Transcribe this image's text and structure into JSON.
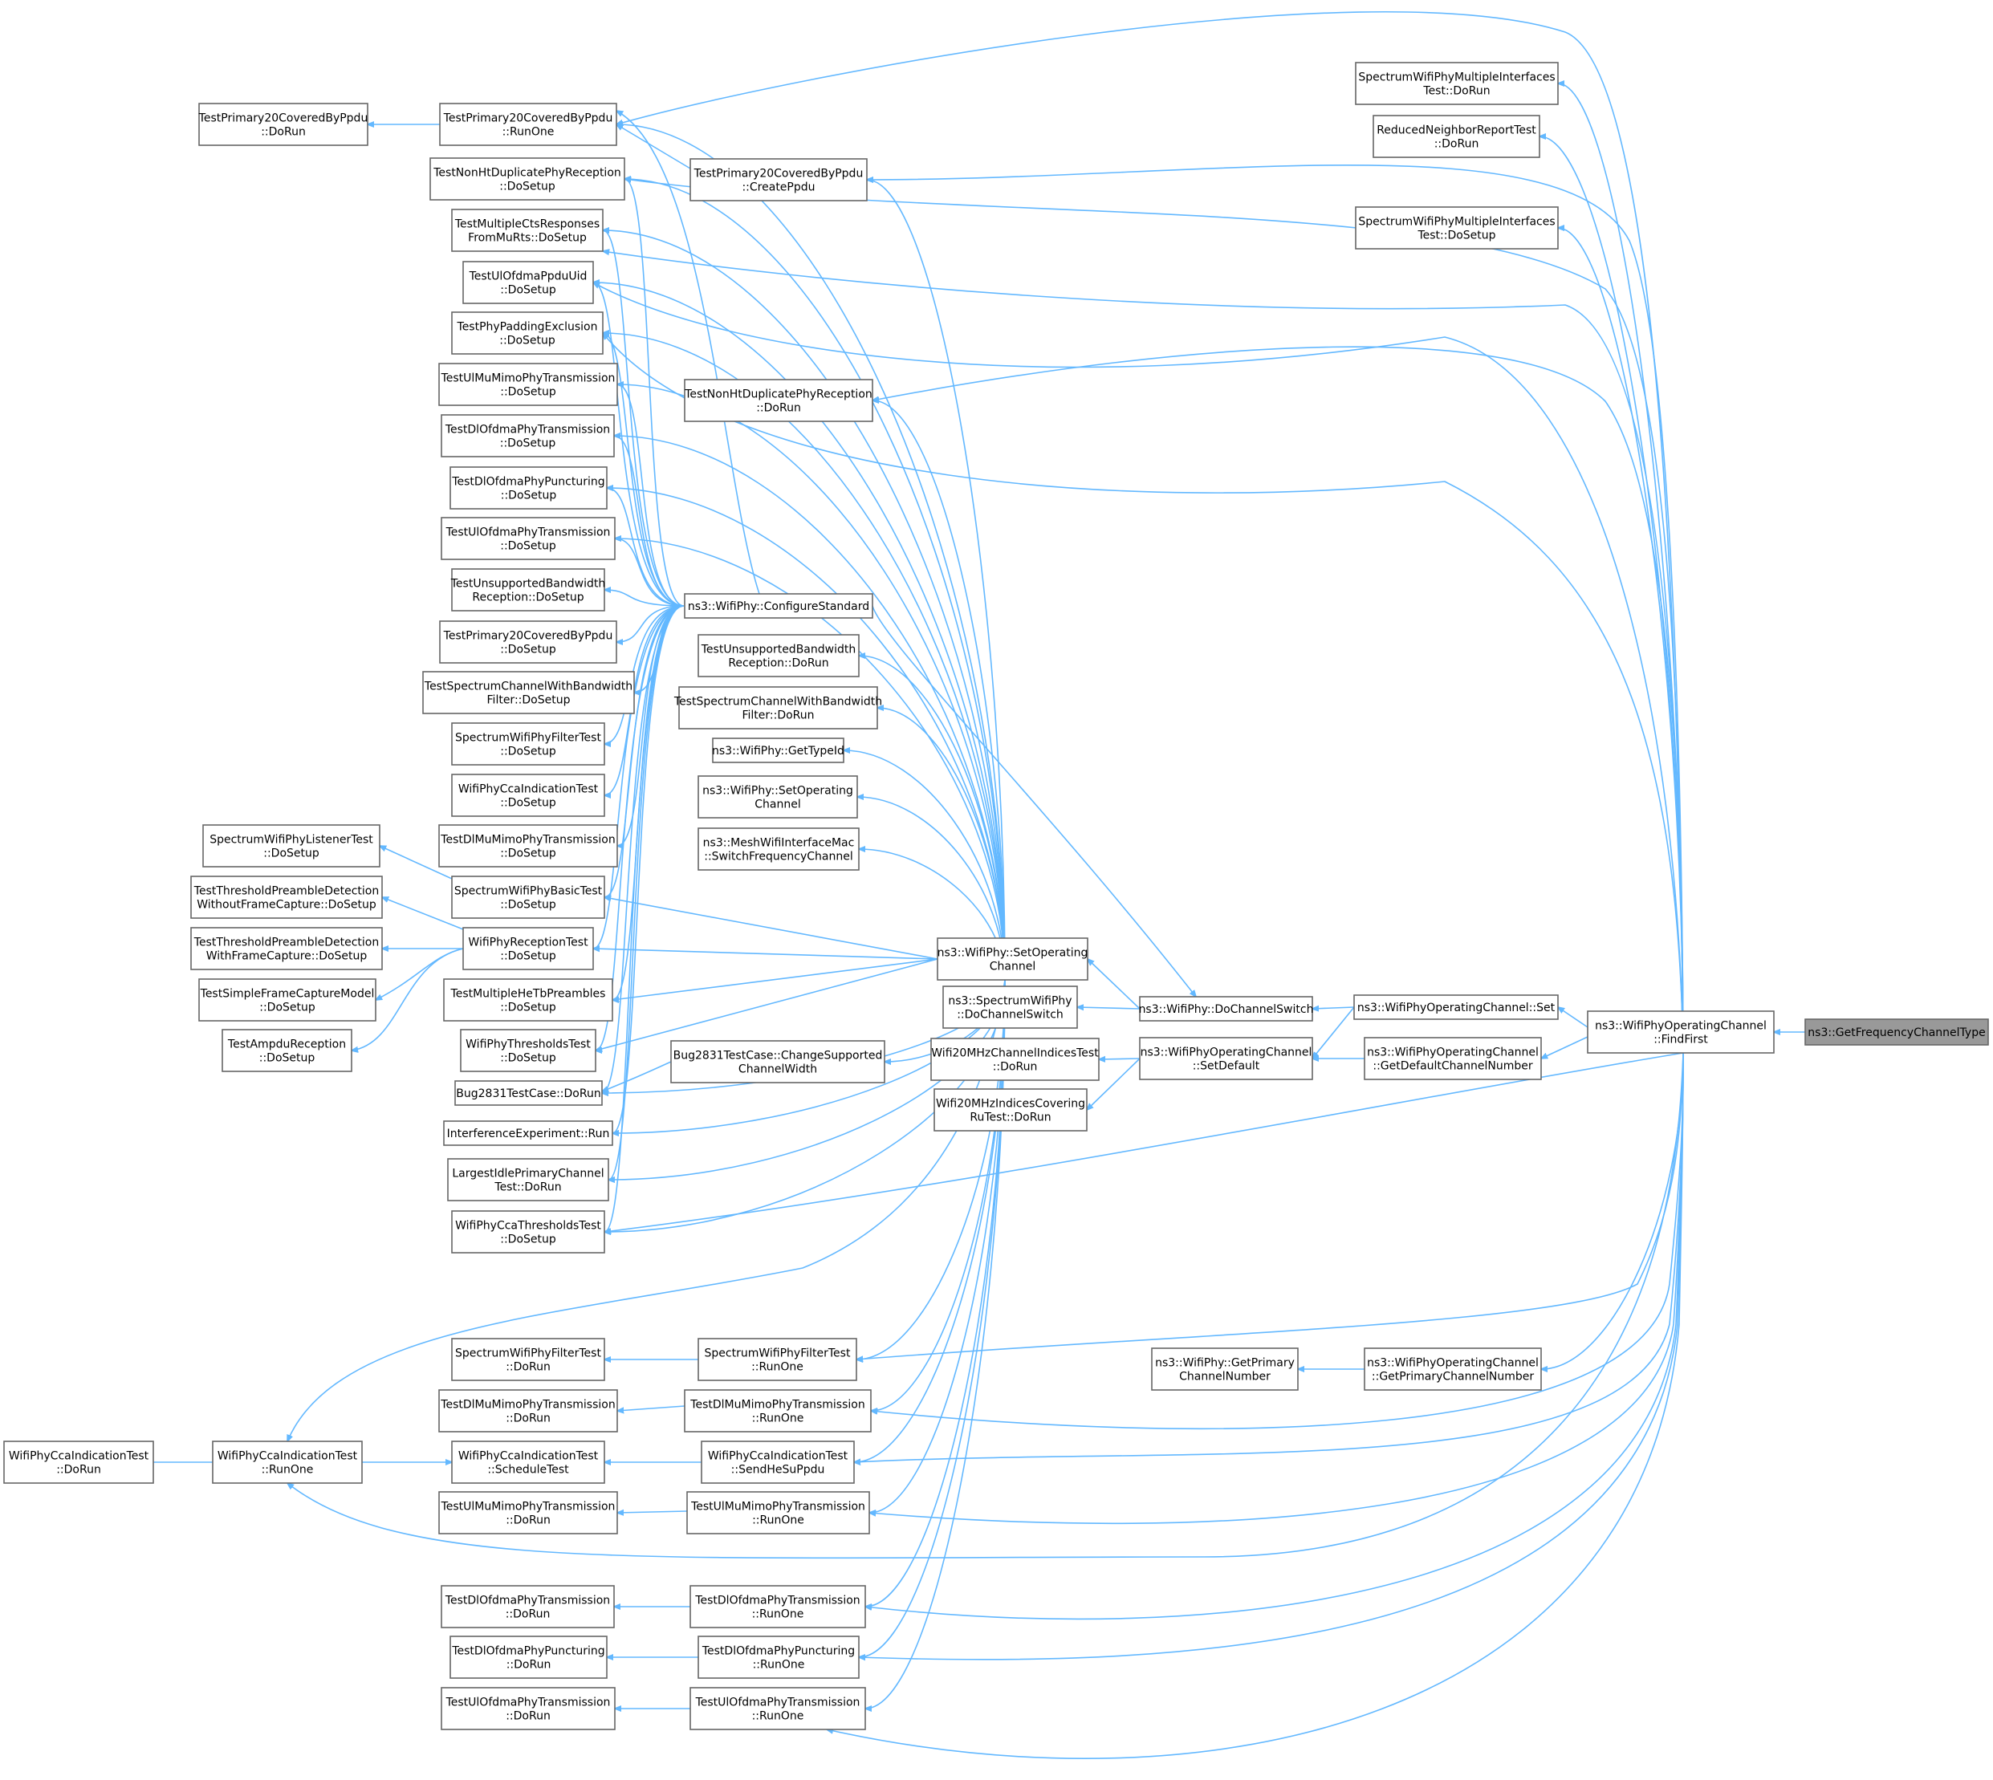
{
  "diagram": {
    "colors": {
      "edge": "#63b8ff",
      "node_border": "#666666",
      "focus_fill": "#999999"
    },
    "nodes": [
      {
        "id": "target",
        "label": [
          "ns3::GetFrequencyChannelType"
        ],
        "focus": true
      },
      {
        "id": "findfirst",
        "label": [
          "ns3::WifiPhyOperatingChannel",
          "::FindFirst"
        ]
      },
      {
        "id": "set",
        "label": [
          "ns3::WifiPhyOperatingChannel::Set"
        ]
      },
      {
        "id": "getdefault",
        "label": [
          "ns3::WifiPhyOperatingChannel",
          "::GetDefaultChannelNumber"
        ]
      },
      {
        "id": "getprimaryoc",
        "label": [
          "ns3::WifiPhyOperatingChannel",
          "::GetPrimaryChannelNumber"
        ]
      },
      {
        "id": "getprimary",
        "label": [
          "ns3::WifiPhy::GetPrimary",
          "ChannelNumber"
        ]
      },
      {
        "id": "setdefault",
        "label": [
          "ns3::WifiPhyOperatingChannel",
          "::SetDefault"
        ]
      },
      {
        "id": "dochannelswitch",
        "label": [
          "ns3::WifiPhy::DoChannelSwitch"
        ]
      },
      {
        "id": "specdochannelswitch",
        "label": [
          "ns3::SpectrumWifiPhy",
          "::DoChannelSwitch"
        ]
      },
      {
        "id": "wifi20chidx",
        "label": [
          "Wifi20MHzChannelIndicesTest",
          "::DoRun"
        ]
      },
      {
        "id": "wifi20covering",
        "label": [
          "Wifi20MHzIndicesCovering",
          "RuTest::DoRun"
        ]
      },
      {
        "id": "setoperating",
        "label": [
          "ns3::WifiPhy::SetOperating",
          "Channel"
        ]
      },
      {
        "id": "configurestandard",
        "label": [
          "ns3::WifiPhy::ConfigureStandard"
        ]
      },
      {
        "id": "specmultiif_dorun",
        "label": [
          "SpectrumWifiPhyMultipleInterfaces",
          "Test::DoRun"
        ]
      },
      {
        "id": "reducedneighbor",
        "label": [
          "ReducedNeighborReportTest",
          "::DoRun"
        ]
      },
      {
        "id": "specmultiif_dosetup",
        "label": [
          "SpectrumWifiPhyMultipleInterfaces",
          "Test::DoSetup"
        ]
      },
      {
        "id": "p20_createppdu",
        "label": [
          "TestPrimary20CoveredByPpdu",
          "::CreatePpdu"
        ]
      },
      {
        "id": "p20_runone",
        "label": [
          "TestPrimary20CoveredByPpdu",
          "::RunOne"
        ]
      },
      {
        "id": "p20_dorun",
        "label": [
          "TestPrimary20CoveredByPpdu",
          "::DoRun"
        ]
      },
      {
        "id": "nonht_dorun",
        "label": [
          "TestNonHtDuplicatePhyReception",
          "::DoRun"
        ]
      },
      {
        "id": "nonht_dosetup",
        "label": [
          "TestNonHtDuplicatePhyReception",
          "::DoSetup"
        ]
      },
      {
        "id": "multicts",
        "label": [
          "TestMultipleCtsResponses",
          "FromMuRts::DoSetup"
        ]
      },
      {
        "id": "ulofdmappduuid",
        "label": [
          "TestUlOfdmaPpduUid",
          "::DoSetup"
        ]
      },
      {
        "id": "phypadding",
        "label": [
          "TestPhyPaddingExclusion",
          "::DoSetup"
        ]
      },
      {
        "id": "ulmumimo_dosetup",
        "label": [
          "TestUlMuMimoPhyTransmission",
          "::DoSetup"
        ]
      },
      {
        "id": "dlofdma_dosetup",
        "label": [
          "TestDlOfdmaPhyTransmission",
          "::DoSetup"
        ]
      },
      {
        "id": "dlpunct_dosetup",
        "label": [
          "TestDlOfdmaPhyPuncturing",
          "::DoSetup"
        ]
      },
      {
        "id": "ulofdma_dosetup",
        "label": [
          "TestUlOfdmaPhyTransmission",
          "::DoSetup"
        ]
      },
      {
        "id": "unsupbw_dosetup",
        "label": [
          "TestUnsupportedBandwidth",
          "Reception::DoSetup"
        ]
      },
      {
        "id": "p20_dosetup",
        "label": [
          "TestPrimary20CoveredByPpdu",
          "::DoSetup"
        ]
      },
      {
        "id": "specchbw_dosetup",
        "label": [
          "TestSpectrumChannelWithBandwidth",
          "Filter::DoSetup"
        ]
      },
      {
        "id": "specfilter_dosetup",
        "label": [
          "SpectrumWifiPhyFilterTest",
          "::DoSetup"
        ]
      },
      {
        "id": "ccaind_dosetup",
        "label": [
          "WifiPhyCcaIndicationTest",
          "::DoSetup"
        ]
      },
      {
        "id": "dlmumimo_dosetup",
        "label": [
          "TestDlMuMimoPhyTransmission",
          "::DoSetup"
        ]
      },
      {
        "id": "speclistener",
        "label": [
          "SpectrumWifiPhyListenerTest",
          "::DoSetup"
        ]
      },
      {
        "id": "specbasic",
        "label": [
          "SpectrumWifiPhyBasicTest",
          "::DoSetup"
        ]
      },
      {
        "id": "thresh_wo",
        "label": [
          "TestThresholdPreambleDetection",
          "WithoutFrameCapture::DoSetup"
        ]
      },
      {
        "id": "thresh_with",
        "label": [
          "TestThresholdPreambleDetection",
          "WithFrameCapture::DoSetup"
        ]
      },
      {
        "id": "simplecapture",
        "label": [
          "TestSimpleFrameCaptureModel",
          "::DoSetup"
        ]
      },
      {
        "id": "ampdu",
        "label": [
          "TestAmpduReception",
          "::DoSetup"
        ]
      },
      {
        "id": "reception",
        "label": [
          "WifiPhyReceptionTest",
          "::DoSetup"
        ]
      },
      {
        "id": "multihetb",
        "label": [
          "TestMultipleHeTbPreambles",
          "::DoSetup"
        ]
      },
      {
        "id": "thresholds",
        "label": [
          "WifiPhyThresholdsTest",
          "::DoSetup"
        ]
      },
      {
        "id": "bug_dorun",
        "label": [
          "Bug2831TestCase::DoRun"
        ]
      },
      {
        "id": "interference",
        "label": [
          "InterferenceExperiment::Run"
        ]
      },
      {
        "id": "largestidle",
        "label": [
          "LargestIdlePrimaryChannel",
          "Test::DoRun"
        ]
      },
      {
        "id": "ccathresh",
        "label": [
          "WifiPhyCcaThresholdsTest",
          "::DoSetup"
        ]
      },
      {
        "id": "unsupbw_dorun",
        "label": [
          "TestUnsupportedBandwidth",
          "Reception::DoRun"
        ]
      },
      {
        "id": "specchbw_dorun",
        "label": [
          "TestSpectrumChannelWithBandwidth",
          "Filter::DoRun"
        ]
      },
      {
        "id": "gettypeid",
        "label": [
          "ns3::WifiPhy::GetTypeId"
        ]
      },
      {
        "id": "wifiphy_setop",
        "label": [
          "ns3::WifiPhy::SetOperating",
          "Channel"
        ]
      },
      {
        "id": "meshswitch",
        "label": [
          "ns3::MeshWifiInterfaceMac",
          "::SwitchFrequencyChannel"
        ]
      },
      {
        "id": "bug_change",
        "label": [
          "Bug2831TestCase::ChangeSupported",
          "ChannelWidth"
        ]
      },
      {
        "id": "specfilter_dorun",
        "label": [
          "SpectrumWifiPhyFilterTest",
          "::DoRun"
        ]
      },
      {
        "id": "specfilter_runone",
        "label": [
          "SpectrumWifiPhyFilterTest",
          "::RunOne"
        ]
      },
      {
        "id": "dlmumimo_dorun",
        "label": [
          "TestDlMuMimoPhyTransmission",
          "::DoRun"
        ]
      },
      {
        "id": "dlmumimo_runone",
        "label": [
          "TestDlMuMimoPhyTransmission",
          "::RunOne"
        ]
      },
      {
        "id": "ccaind_dorun",
        "label": [
          "WifiPhyCcaIndicationTest",
          "::DoRun"
        ]
      },
      {
        "id": "ccaind_runone",
        "label": [
          "WifiPhyCcaIndicationTest",
          "::RunOne"
        ]
      },
      {
        "id": "ccaind_schedule",
        "label": [
          "WifiPhyCcaIndicationTest",
          "::ScheduleTest"
        ]
      },
      {
        "id": "ccaind_sendhesu",
        "label": [
          "WifiPhyCcaIndicationTest",
          "::SendHeSuPpdu"
        ]
      },
      {
        "id": "ulmumimo_dorun",
        "label": [
          "TestUlMuMimoPhyTransmission",
          "::DoRun"
        ]
      },
      {
        "id": "ulmumimo_runone",
        "label": [
          "TestUlMuMimoPhyTransmission",
          "::RunOne"
        ]
      },
      {
        "id": "dlofdma_dorun",
        "label": [
          "TestDlOfdmaPhyTransmission",
          "::DoRun"
        ]
      },
      {
        "id": "dlofdma_runone",
        "label": [
          "TestDlOfdmaPhyTransmission",
          "::RunOne"
        ]
      },
      {
        "id": "dlpunct_dorun",
        "label": [
          "TestDlOfdmaPhyPuncturing",
          "::DoRun"
        ]
      },
      {
        "id": "dlpunct_runone",
        "label": [
          "TestDlOfdmaPhyPuncturing",
          "::RunOne"
        ]
      },
      {
        "id": "ulofdma_dorun",
        "label": [
          "TestUlOfdmaPhyTransmission",
          "::DoRun"
        ]
      },
      {
        "id": "ulofdma_runone",
        "label": [
          "TestUlOfdmaPhyTransmission",
          "::RunOne"
        ]
      }
    ]
  }
}
